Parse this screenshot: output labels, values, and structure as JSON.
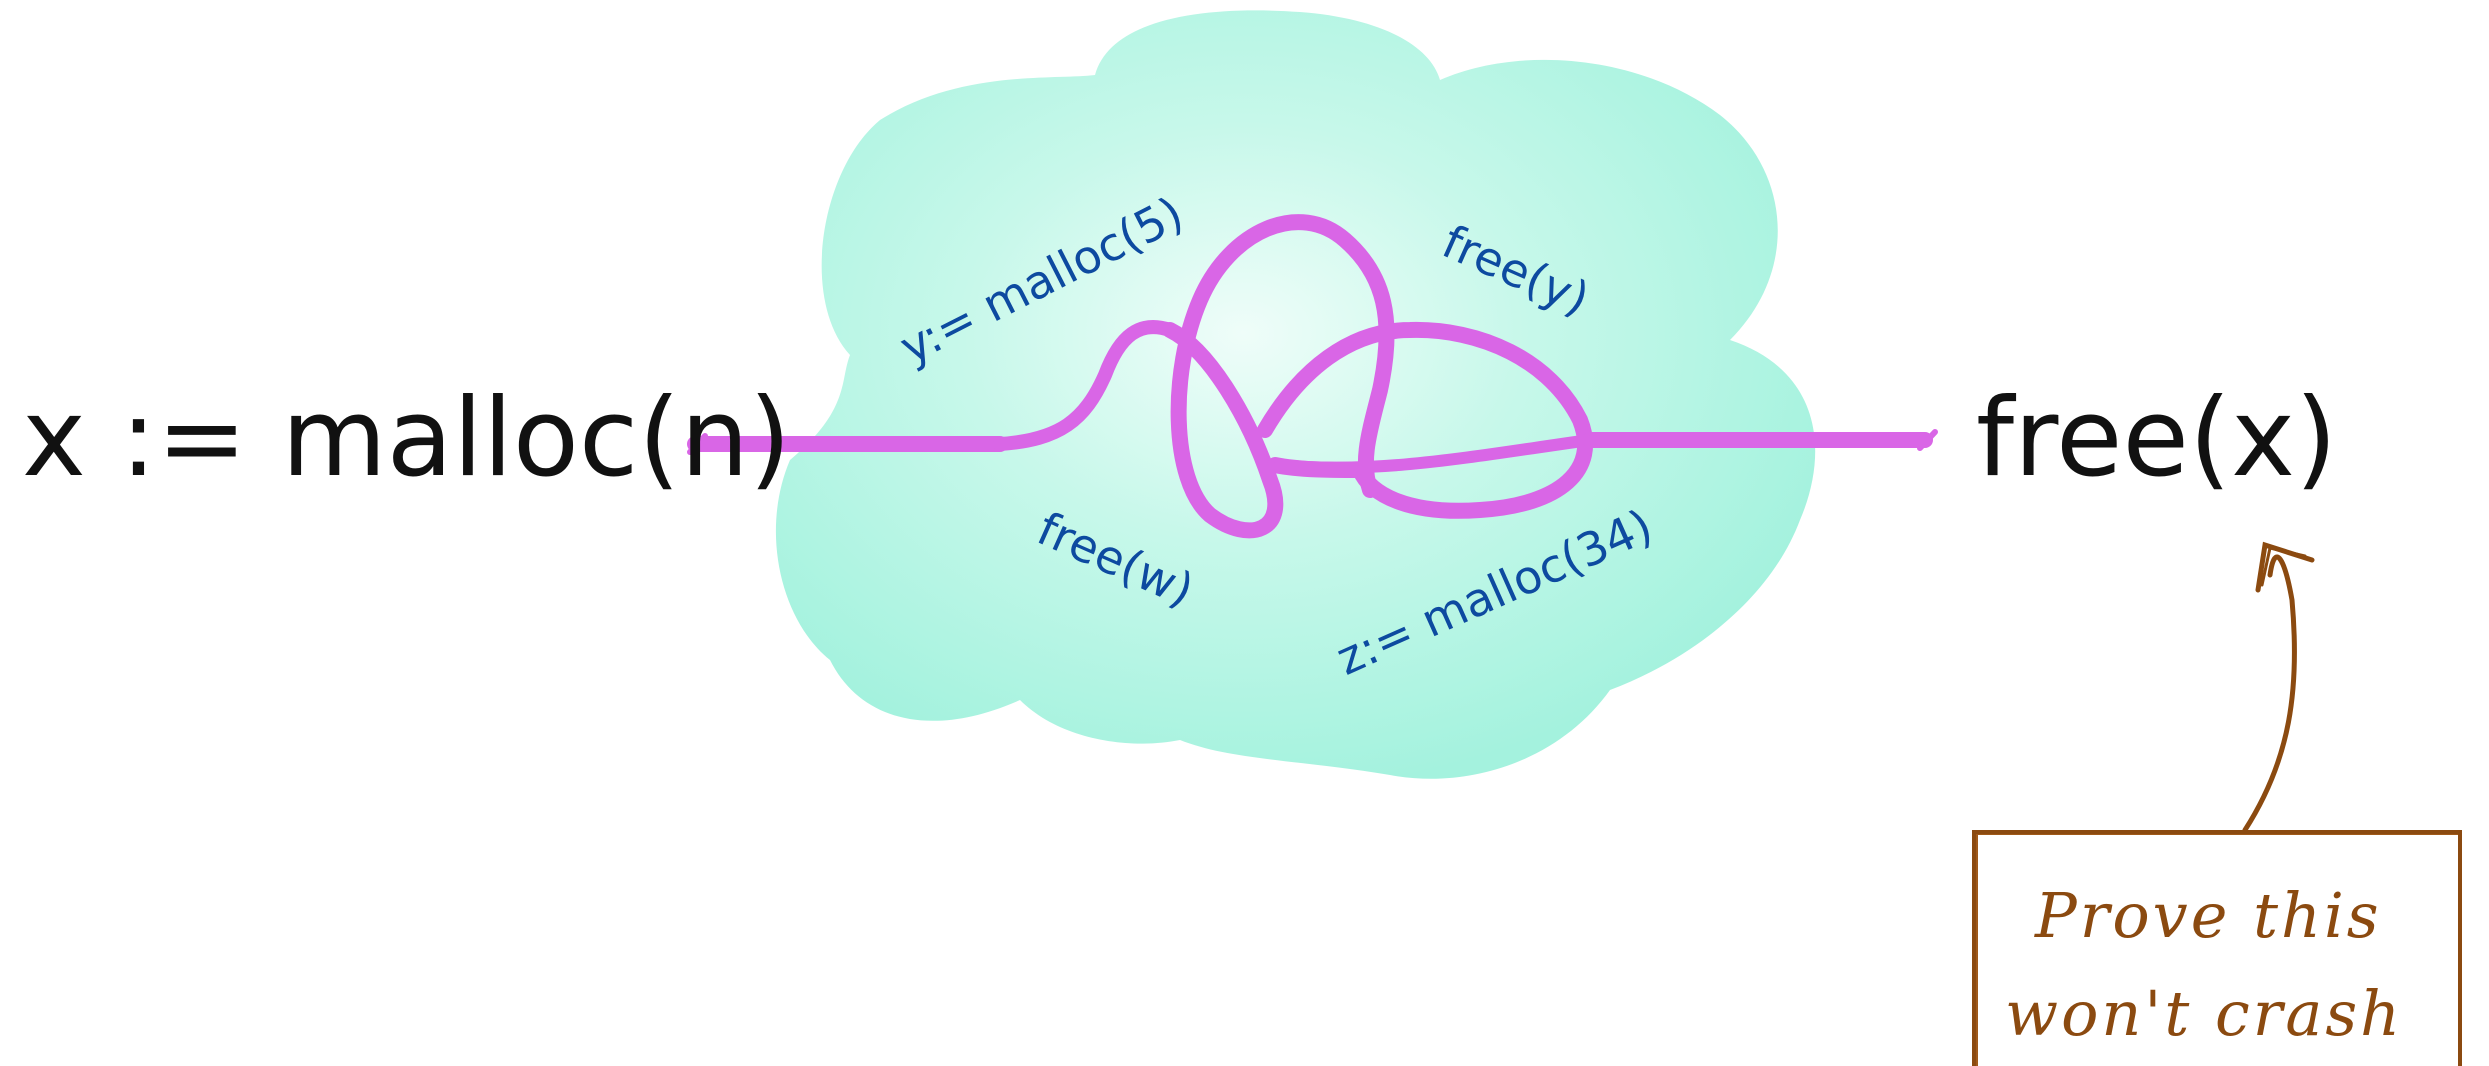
{
  "diagram": {
    "start_label": "x := malloc(n)",
    "end_label": "free(x)",
    "cloud_labels": {
      "malloc_y": "y:= malloc(5)",
      "free_y": "free(y)",
      "free_w": "free(w)",
      "malloc_z": "z:= malloc(34)"
    },
    "note": {
      "line1": "Prove this",
      "line2": "won't crash"
    }
  },
  "colors": {
    "cloud_fill_center": "#ecfdf8",
    "cloud_fill_edge": "#a6f3df",
    "tangle": "#d966e6",
    "cloud_text": "#0d4aa0",
    "note": "#8b4a10",
    "main_text": "#111111"
  }
}
